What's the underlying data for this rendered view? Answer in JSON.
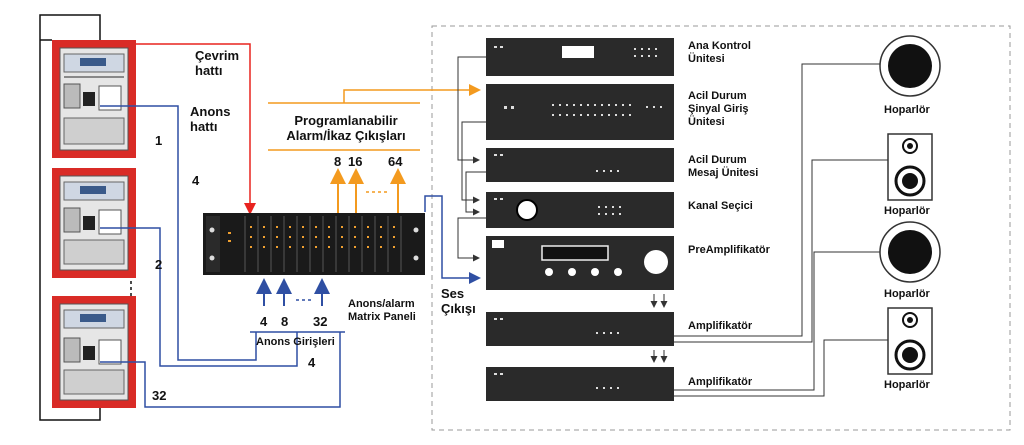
{
  "colors": {
    "red": "#e8231f",
    "blue": "#2f4fa3",
    "orange": "#f39a1f",
    "dark": "#1a1a1a",
    "panel_red": "#d92b26",
    "dashed_border": "#9a9a9a"
  },
  "labels": {
    "cevrim_hatti": "Çevrim\nhattı",
    "anons_hatti": "Anons\nhattı",
    "num_1": "1",
    "num_4_top": "4",
    "num_2": "2",
    "num_4_bottom": "4",
    "num_32": "32",
    "prog_alarm": "Programlanabilir\nAlarm/İkaz Çıkışları",
    "out_8": "8",
    "out_16": "16",
    "out_64": "64",
    "in_4": "4",
    "in_8": "8",
    "in_32": "32",
    "anons_girisleri": "Anons Girişleri",
    "matrix_panel": "Anons/alarm\nMatrix Paneli",
    "ses_cikisi": "Ses\nÇıkışı"
  },
  "rack_units": [
    "Ana Kontrol\nÜnitesi",
    "Acil Durum\nŞinyal Giriş\nÜnitesi",
    "Acil Durum\nMesaj Ünitesi",
    "Kanal Seçici",
    "PreAmplifikatör",
    "Amplifikatör",
    "Amplifikatör"
  ],
  "speakers": [
    "Hoparlör",
    "Hoparlör",
    "Hoparlör",
    "Hoparlör"
  ]
}
